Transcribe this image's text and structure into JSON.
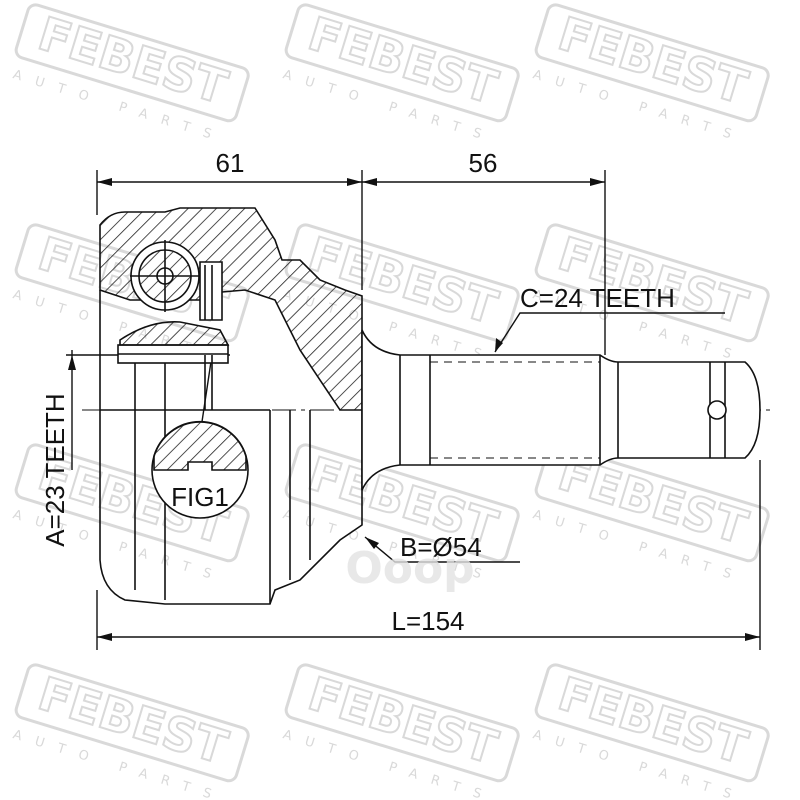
{
  "watermark": {
    "brand": "FEBEST",
    "subtitle": "AUTO PARTS",
    "color": "#d9d9d9"
  },
  "dimensions": {
    "width_61": "61",
    "width_56": "56",
    "total_length": "L=154",
    "spline_outer": "C=24 TEETH",
    "spline_inner": "A=23 TEETH",
    "diameter": "B=Ø54"
  },
  "figure_label": "FIG1",
  "secondary_watermark": "Ooop",
  "colors": {
    "line": "#111111",
    "hatch": "#222222"
  }
}
